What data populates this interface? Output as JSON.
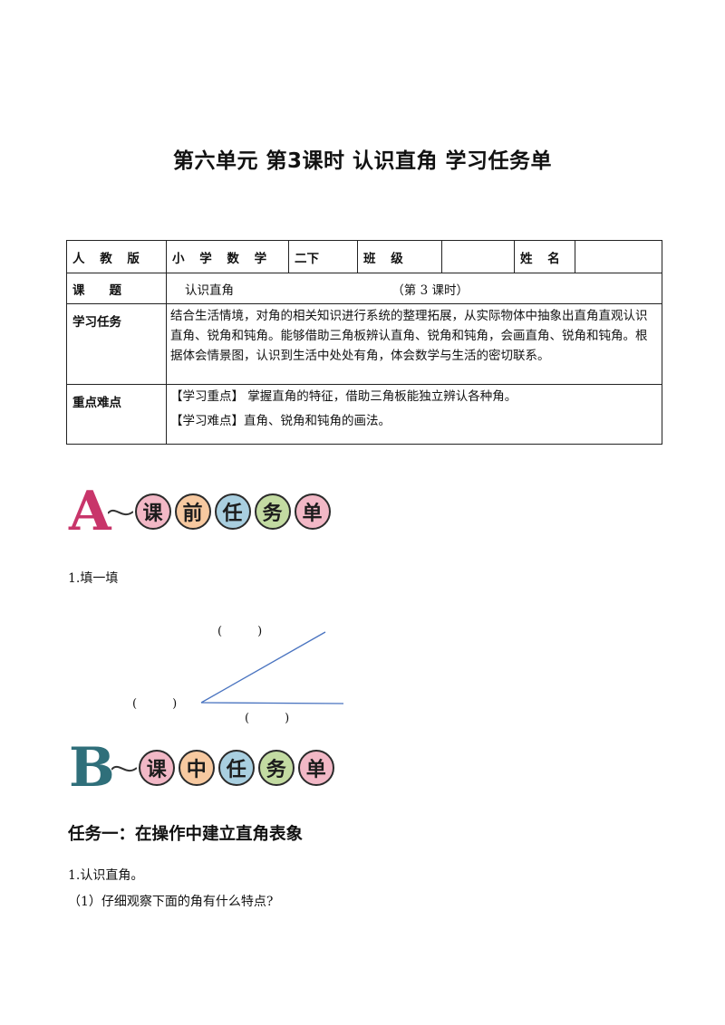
{
  "title": "第六单元 第3课时 认识直角 学习任务单",
  "table": {
    "row1": {
      "edition": "人 教 版",
      "subject": "小 学 数 学",
      "grade": "二下",
      "class_label": "班 级",
      "class_value": "",
      "name_label": "姓 名",
      "name_value": ""
    },
    "row2": {
      "label": "课　　题",
      "topic": "认识直角",
      "period": "（第 3 课时）"
    },
    "row3": {
      "label": "学习任务",
      "text": "结合生活情境，对角的相关知识进行系统的整理拓展，从实际物体中抽象出直角直观认识直角、锐角和钝角。能够借助三角板辨认直角、锐角和钝角，会画直角、锐角和钝角。根据体会情景图，认识到生活中处处有角，体会数学与生活的密切联系。"
    },
    "row4": {
      "label": "重点难点",
      "key_point": "【学习重点】 掌握直角的特征，借助三角板能独立辨认各种角。",
      "difficulty": "【学习难点】直角、锐角和钝角的画法。"
    }
  },
  "banner_a": {
    "letter": "A",
    "chars": [
      "课",
      "前",
      "任",
      "务",
      "单"
    ],
    "colors": [
      "#f2b8c6",
      "#f7c9a0",
      "#a9cfe0",
      "#c3dba2",
      "#f2b8c6"
    ],
    "letter_color": "#c8356a"
  },
  "fill_in": {
    "heading": "1.填一填",
    "blanks": [
      "(　　　)",
      "(　　　)",
      "(　　　)"
    ],
    "line_color": "#4a74c0"
  },
  "banner_b": {
    "letter": "B",
    "chars": [
      "课",
      "中",
      "任",
      "务",
      "单"
    ],
    "colors": [
      "#f2b8c6",
      "#f7c9a0",
      "#a9cfe0",
      "#c3dba2",
      "#f2b8c6"
    ],
    "letter_color": "#2f6f7a"
  },
  "task1": {
    "title": "任务一：在操作中建立直角表象",
    "item1": "1.认识直角。",
    "item1_sub": "（1）仔细观察下面的角有什么特点?"
  }
}
